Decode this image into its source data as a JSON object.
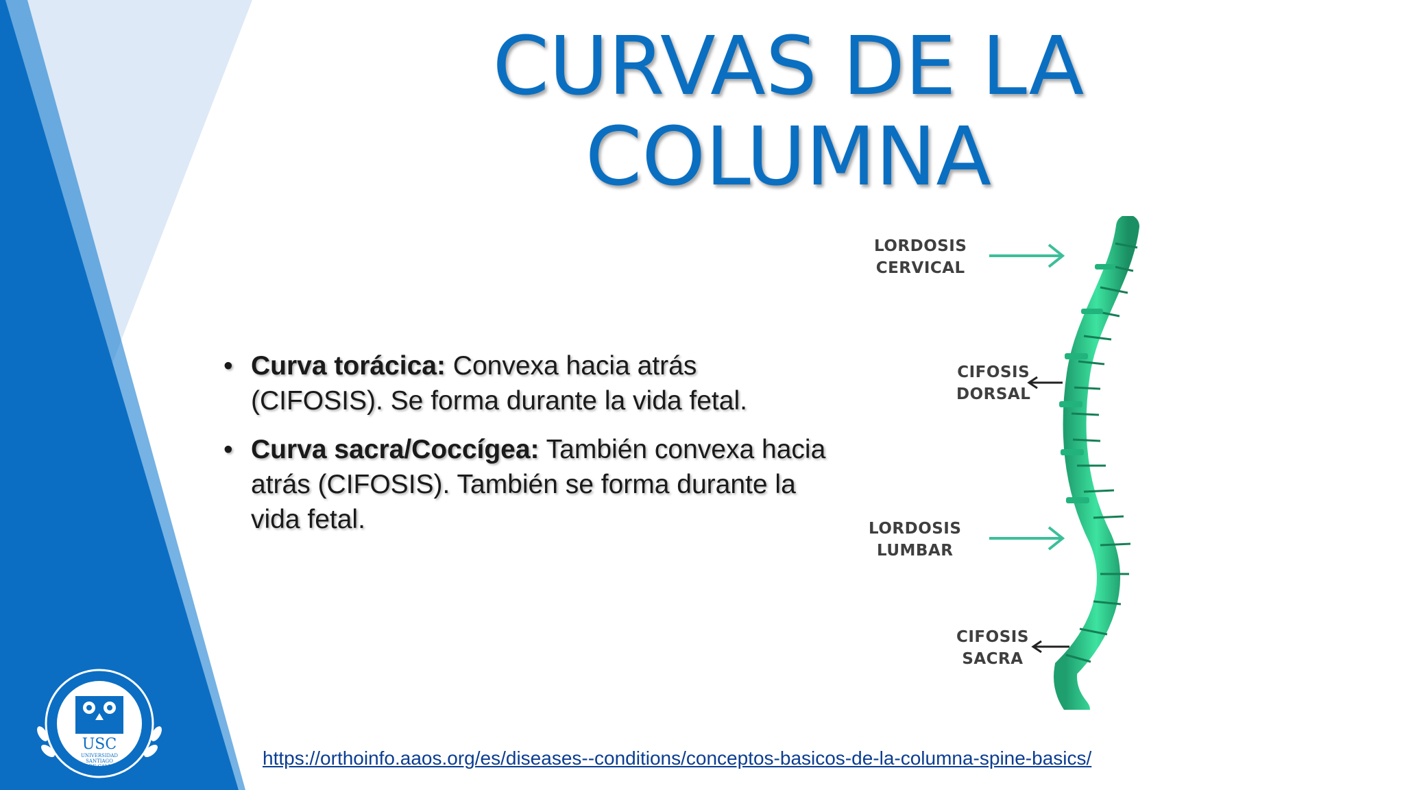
{
  "slide": {
    "title_line1": "CURVAS DE LA",
    "title_line2": "COLUMNA",
    "bullets": [
      {
        "bold": "Curva torácica:",
        "text": " Convexa hacia atrás (CIFOSIS). Se forma durante la vida fetal."
      },
      {
        "bold": "Curva sacra/Coccígea:",
        "text": " También convexa hacia atrás (CIFOSIS). También se forma durante la vida fetal."
      }
    ],
    "bullet_glyph": "•",
    "source_url": "https://orthoinfo.aaos.org/es/diseases--conditions/conceptos-basicos-de-la-columna-spine-basics/"
  },
  "figure": {
    "labels": [
      {
        "line1": "LORDOSIS",
        "line2": "CERVICAL"
      },
      {
        "line1": "CIFOSIS",
        "line2": "DORSAL"
      },
      {
        "line1": "LORDOSIS",
        "line2": "LUMBAR"
      },
      {
        "line1": "CIFOSIS",
        "line2": "SACRA"
      }
    ]
  },
  "logo": {
    "initials": "USC",
    "name_line1": "UNIVERSIDAD",
    "name_line2": "SANTIAGO",
    "name_line3": "DE CALI"
  },
  "colors": {
    "title": "#0a6fc1",
    "band_dark": "#0a6fc1",
    "band_light": "#dce9f7",
    "spine": "#2fd38f",
    "arrow_green": "#3bbf9a"
  }
}
